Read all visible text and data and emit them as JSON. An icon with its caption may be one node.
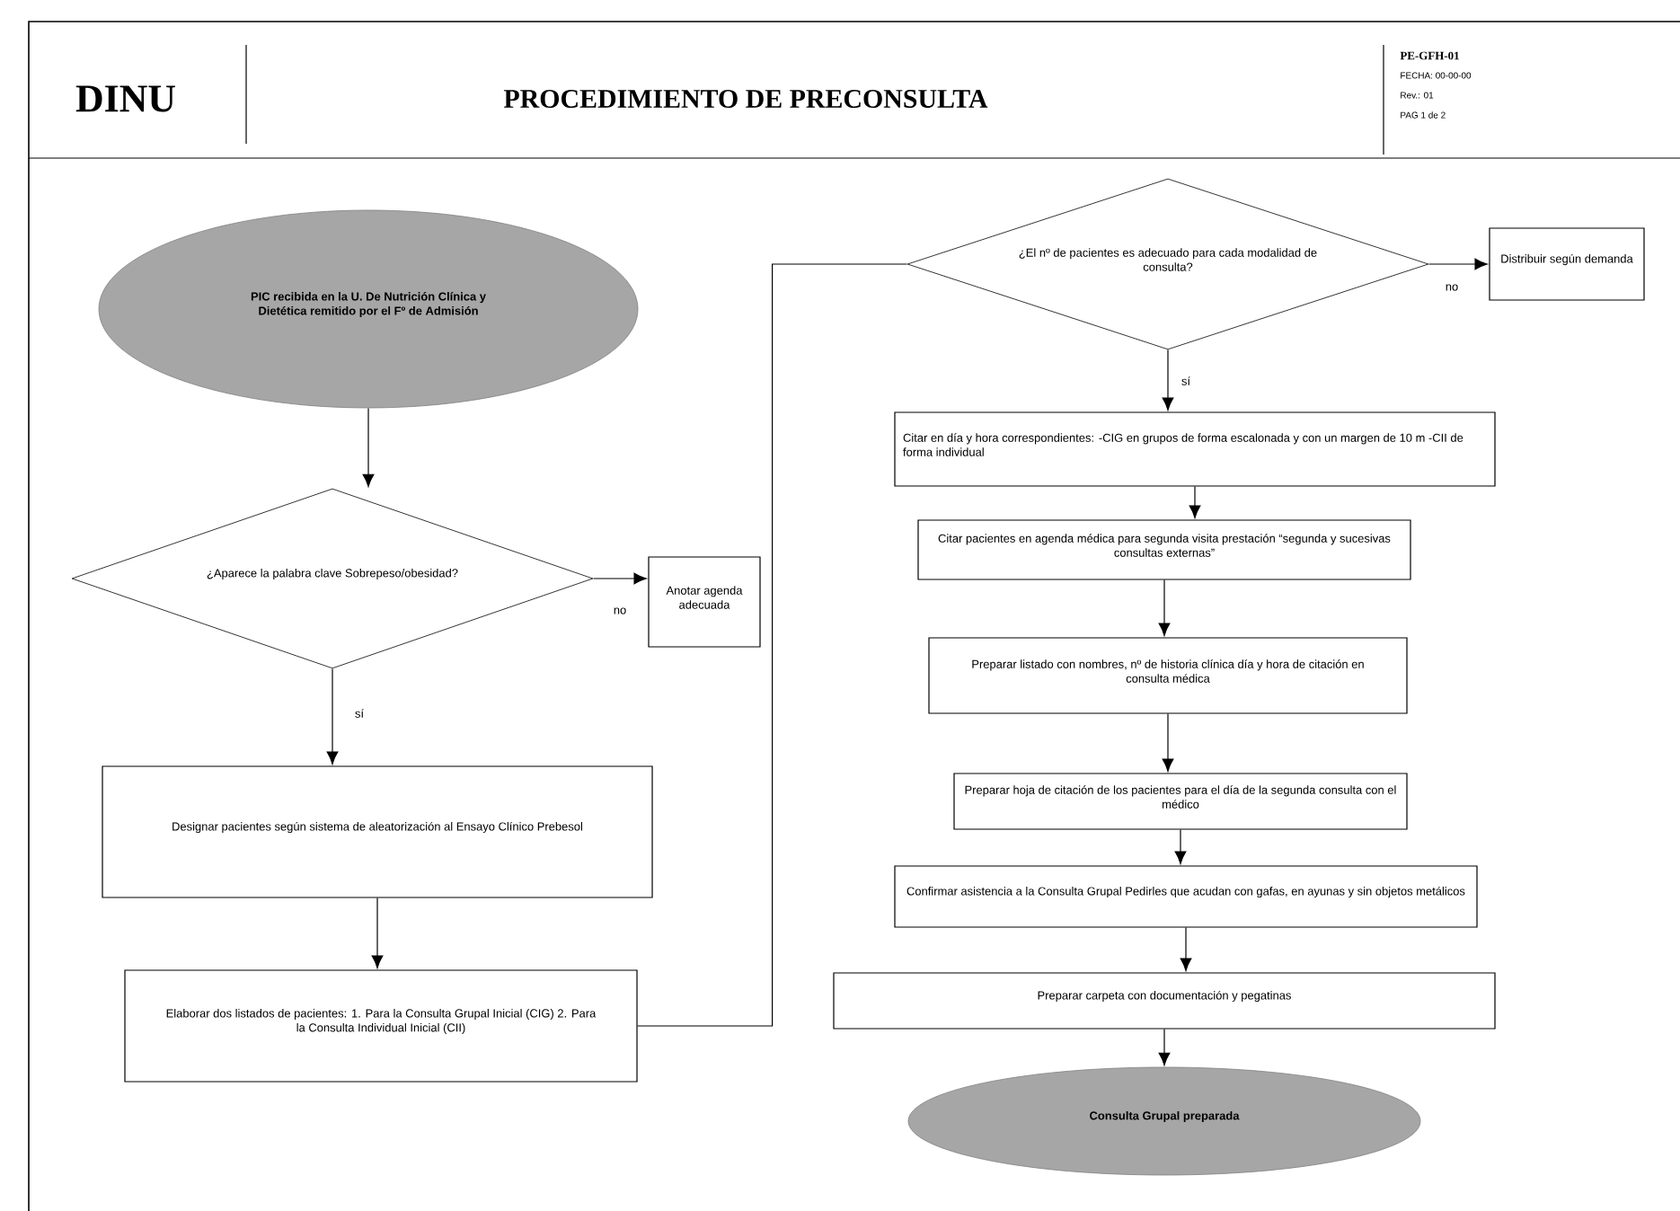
{
  "diagram": {
    "title": "PROCEDIMIENTO DE PRECONSULTA",
    "nodes": [
      {
        "text": [
          "PIC recibida en la U. De Nutrición Clínica y Dietética remitido por el Fº de Admisión"
        ]
      },
      {
        "text": [
          "¿Aparece la palabra clave Sobrepeso/obesidad?"
        ]
      },
      {
        "text": [
          "Anotar agenda adecuada"
        ]
      },
      {
        "text": [
          "Designar pacientes según sistema de aleatorización al Ensayo Clínico Prebesol"
        ]
      },
      {
        "text": [
          "Elaborar dos listados de pacientes: 1. Para la Consulta Grupal Inicial (CIG) 2. Para la Consulta Individual Inicial (CII)"
        ]
      },
      {
        "text": [
          "¿El nº de pacientes es adecuado para cada modalidad de consulta?"
        ]
      },
      {
        "text": [
          "Distribuir según demanda"
        ]
      },
      {
        "text": [
          "Citar en día y hora correspondientes: -CIG en grupos de forma escalonada y con un margen de 10 m -CII de forma individual"
        ]
      },
      {
        "text": [
          "Citar pacientes en agenda médica para segunda visita prestación “segunda y sucesivas consultas externas”"
        ]
      },
      {
        "text": [
          "Preparar listado con nombres, nº de historia clínica día y hora de citación en consulta médica"
        ]
      },
      {
        "text": [
          "Preparar hoja de citación de los pacientes para el día de la segunda consulta con el médico"
        ]
      },
      {
        "text": [
          "Confirmar asistencia a la Consulta Grupal Pedirles que acudan con gafas, en ayunas y sin objetos metálicos"
        ]
      },
      {
        "text": [
          "Preparar carpeta con documentación y pegatinas"
        ]
      },
      {
        "text": [
          "Consulta Grupal preparada"
        ]
      }
    ],
    "edges": [
      {
        "from": 0,
        "to": 1,
        "arrow": "to"
      },
      {
        "from": 1,
        "to": 2,
        "arrow": "to",
        "label": "no"
      },
      {
        "from": 1,
        "to": 3,
        "arrow": "to",
        "label": "sí"
      },
      {
        "from": 3,
        "to": 4,
        "arrow": "to"
      },
      {
        "from": 4,
        "to": 5,
        "arrow": "none"
      },
      {
        "from": 5,
        "to": 6,
        "arrow": "to",
        "label": "no"
      },
      {
        "from": 5,
        "to": 7,
        "arrow": "to",
        "label": "sí"
      },
      {
        "from": 7,
        "to": 8,
        "arrow": "to"
      },
      {
        "from": 8,
        "to": 9,
        "arrow": "to"
      },
      {
        "from": 9,
        "to": 10,
        "arrow": "to"
      },
      {
        "from": 10,
        "to": 11,
        "arrow": "to"
      },
      {
        "from": 11,
        "to": 12,
        "arrow": "to"
      },
      {
        "from": 12,
        "to": 13,
        "arrow": "to"
      }
    ],
    "labels": [
      "DINU",
      "PE-GFH-01",
      "FECHA: 00-00-00",
      "Rev.: 01",
      "PAG 1 de 2"
    ]
  }
}
